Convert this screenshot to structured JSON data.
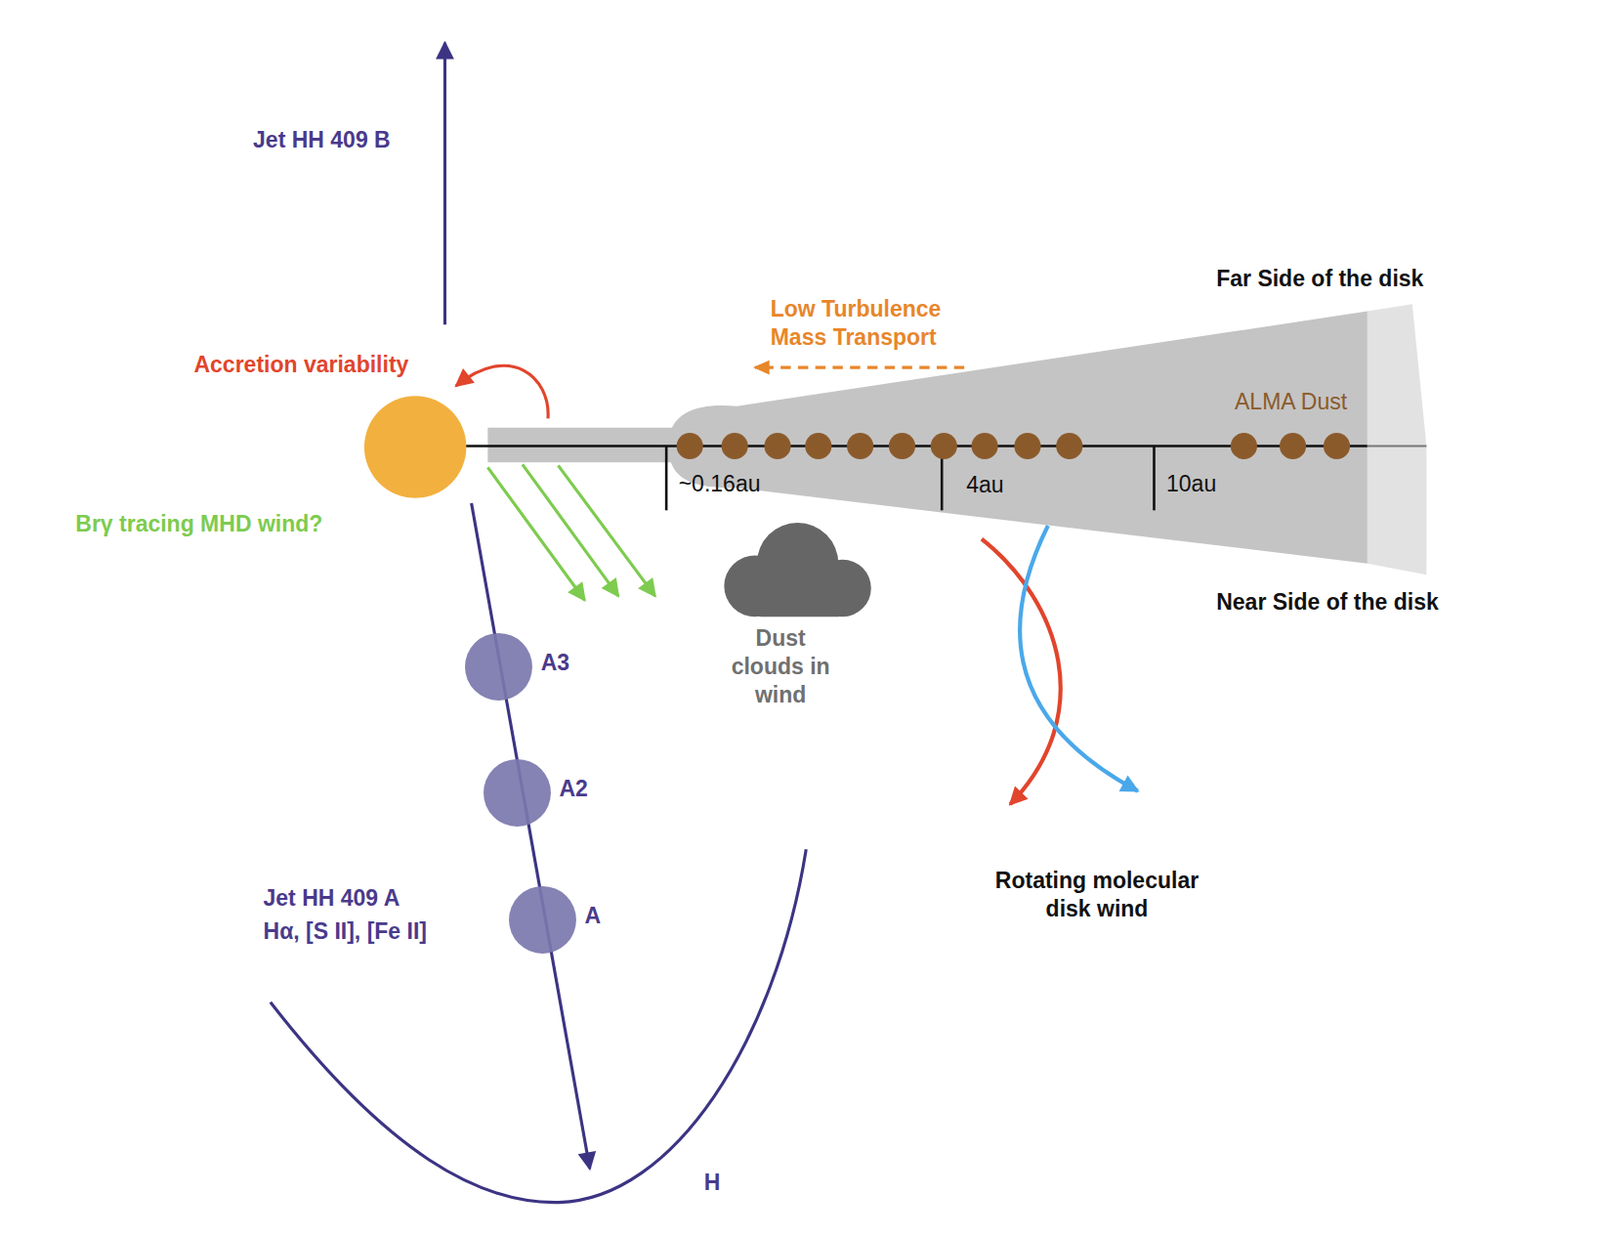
{
  "diagram": {
    "nodes": [
      {
        "text": [
          "Dust clouds in wind"
        ]
      },
      {
        "text": [
          "A3"
        ]
      },
      {
        "text": [
          "A2"
        ]
      },
      {
        "text": [
          "A"
        ]
      }
    ],
    "labels": [
      "Jet HH 409 B",
      "Accretion variability",
      "Brγ tracing MHD wind?",
      "Low Turbulence Mass Transport",
      "Far Side of the disk",
      "ALMA Dust",
      "~0.16au",
      "4au",
      "10au",
      "Near Side of the disk",
      "Rotating molecular disk wind",
      "Jet HH 409 A",
      "Hα, [S II], [Fe II]",
      "H"
    ]
  }
}
